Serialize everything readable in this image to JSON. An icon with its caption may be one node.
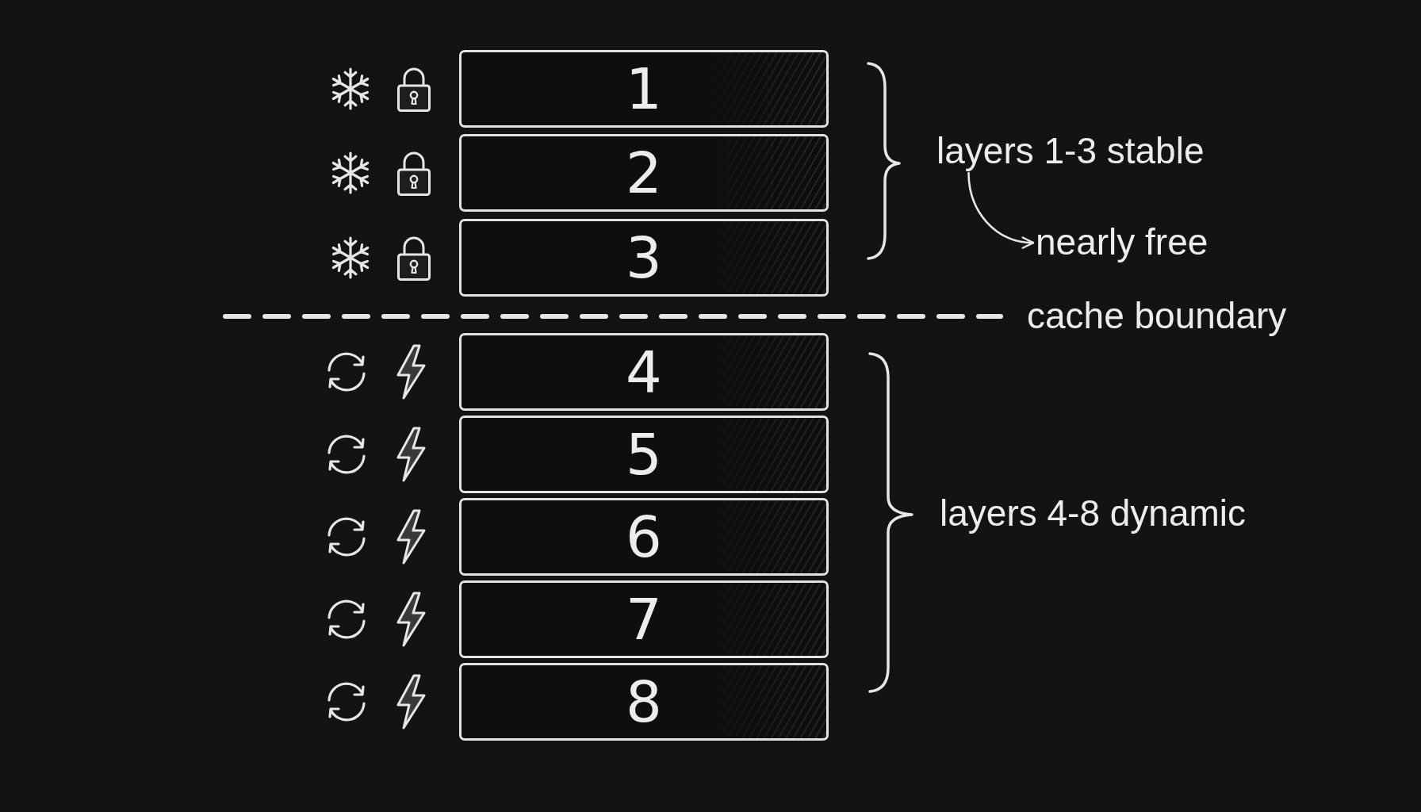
{
  "diagram": {
    "nodes": [
      {
        "text": [
          "1"
        ]
      },
      {
        "text": [
          "2"
        ]
      },
      {
        "text": [
          "3"
        ]
      },
      {
        "text": [
          "4"
        ]
      },
      {
        "text": [
          "5"
        ]
      },
      {
        "text": [
          "6"
        ]
      },
      {
        "text": [
          "7"
        ]
      },
      {
        "text": [
          "8"
        ]
      },
      {
        "text": [
          "layers 1-3 stable"
        ]
      },
      {
        "text": [
          "nearly free"
        ]
      }
    ],
    "edges": [
      {
        "from": 8,
        "to": 9,
        "arrow": "to"
      }
    ],
    "labels": [
      "cache boundary",
      "layers 4-8 dynamic"
    ]
  }
}
